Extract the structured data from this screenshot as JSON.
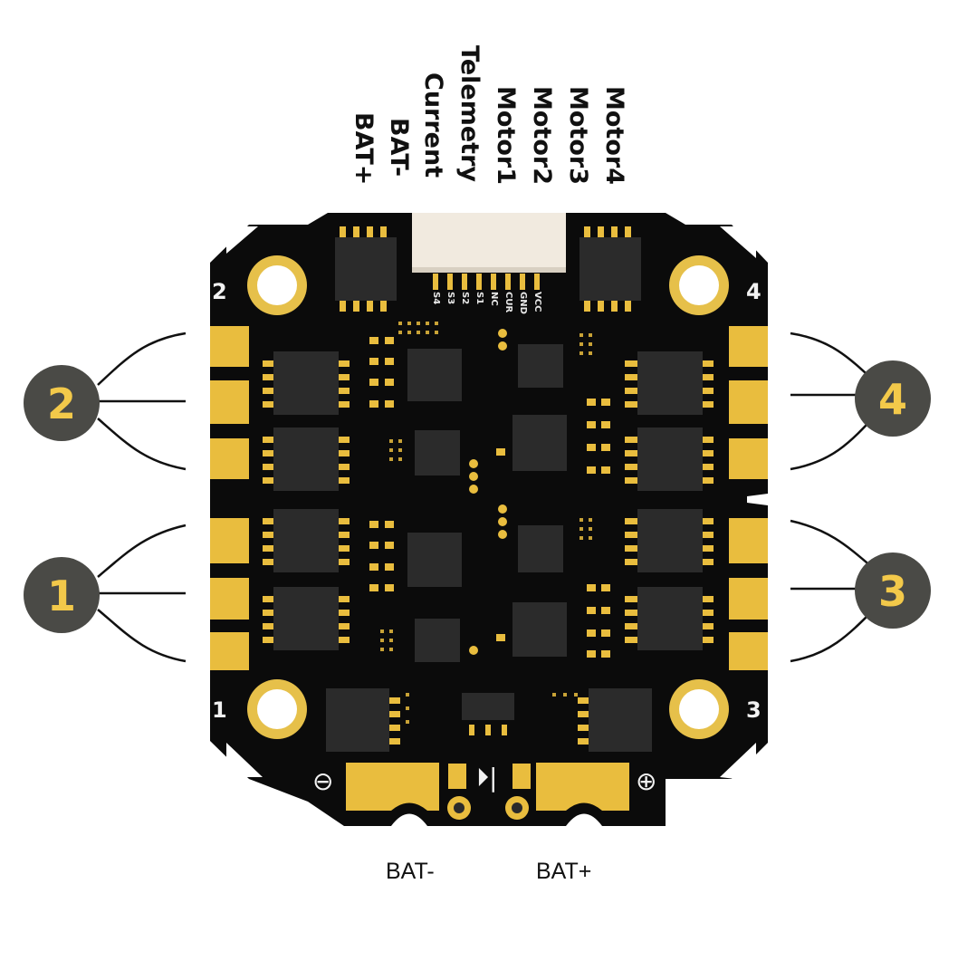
{
  "connector_labels": [
    "BAT+",
    "BAT-",
    "Current",
    "Telemetry",
    "Motor1",
    "Motor2",
    "Motor3",
    "Motor4"
  ],
  "pin_labels": [
    "S4",
    "S3",
    "S2",
    "S1",
    "NC",
    "CUR",
    "GND",
    "VCC"
  ],
  "corner_numbers": {
    "top_left": "2",
    "top_right": "4",
    "bottom_left": "1",
    "bottom_right": "3"
  },
  "motor_badges": {
    "left_top": "2",
    "left_bottom": "1",
    "right_top": "4",
    "right_bottom": "3"
  },
  "battery_pads": {
    "negative_symbol": "⊖",
    "positive_symbol": "⊕",
    "diode_symbol": "⏵|"
  },
  "bottom_labels": {
    "negative": "BAT-",
    "positive": "BAT+"
  },
  "colors": {
    "board": "#0b0b0b",
    "gold": "#e9bd3e",
    "chip": "#2b2b2b",
    "badge": "#4a4a46",
    "badge_text": "#f3c94a",
    "connector": "#f1eadf"
  }
}
